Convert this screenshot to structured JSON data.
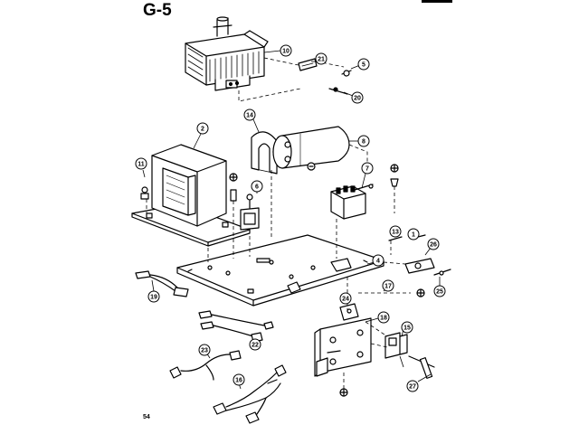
{
  "page": {
    "title": "G-5",
    "page_number": "54",
    "header_mark": ""
  },
  "callouts": [
    "10",
    "21",
    "5",
    "20",
    "2",
    "14",
    "8",
    "11",
    "7",
    "6",
    "13",
    "1",
    "26",
    "4",
    "17",
    "25",
    "24",
    "19",
    "18",
    "15",
    "22",
    "23",
    "16",
    "27"
  ],
  "colors": {
    "ink": "#000000",
    "paper": "#ffffff"
  }
}
